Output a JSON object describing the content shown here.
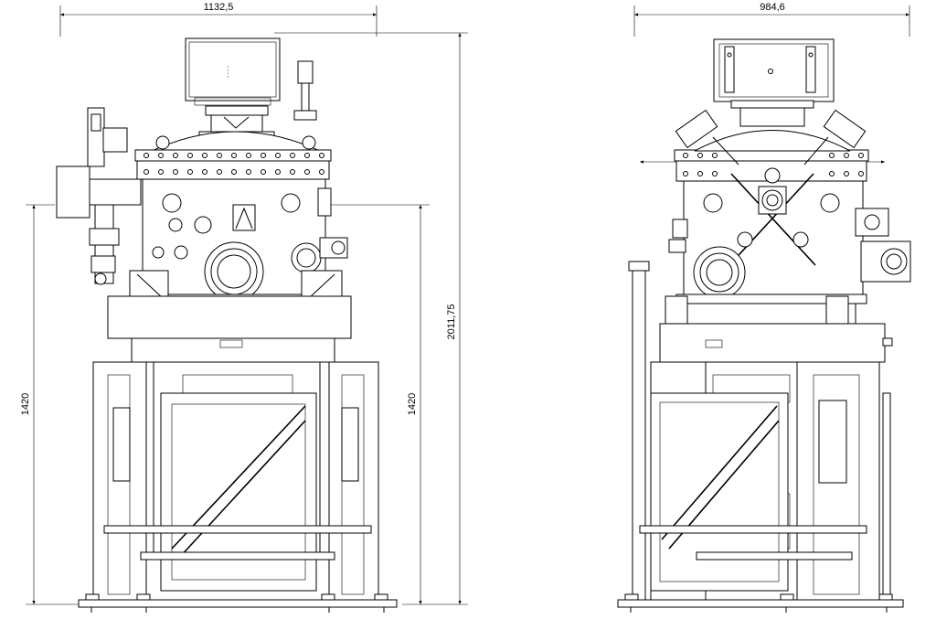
{
  "dimensions": {
    "front_width": "1132,5",
    "side_width": "984,6",
    "overall_height": "2011,75",
    "left_height": "1420",
    "mid_height": "1420"
  },
  "colors": {
    "line": "#000000",
    "background": "#ffffff"
  }
}
